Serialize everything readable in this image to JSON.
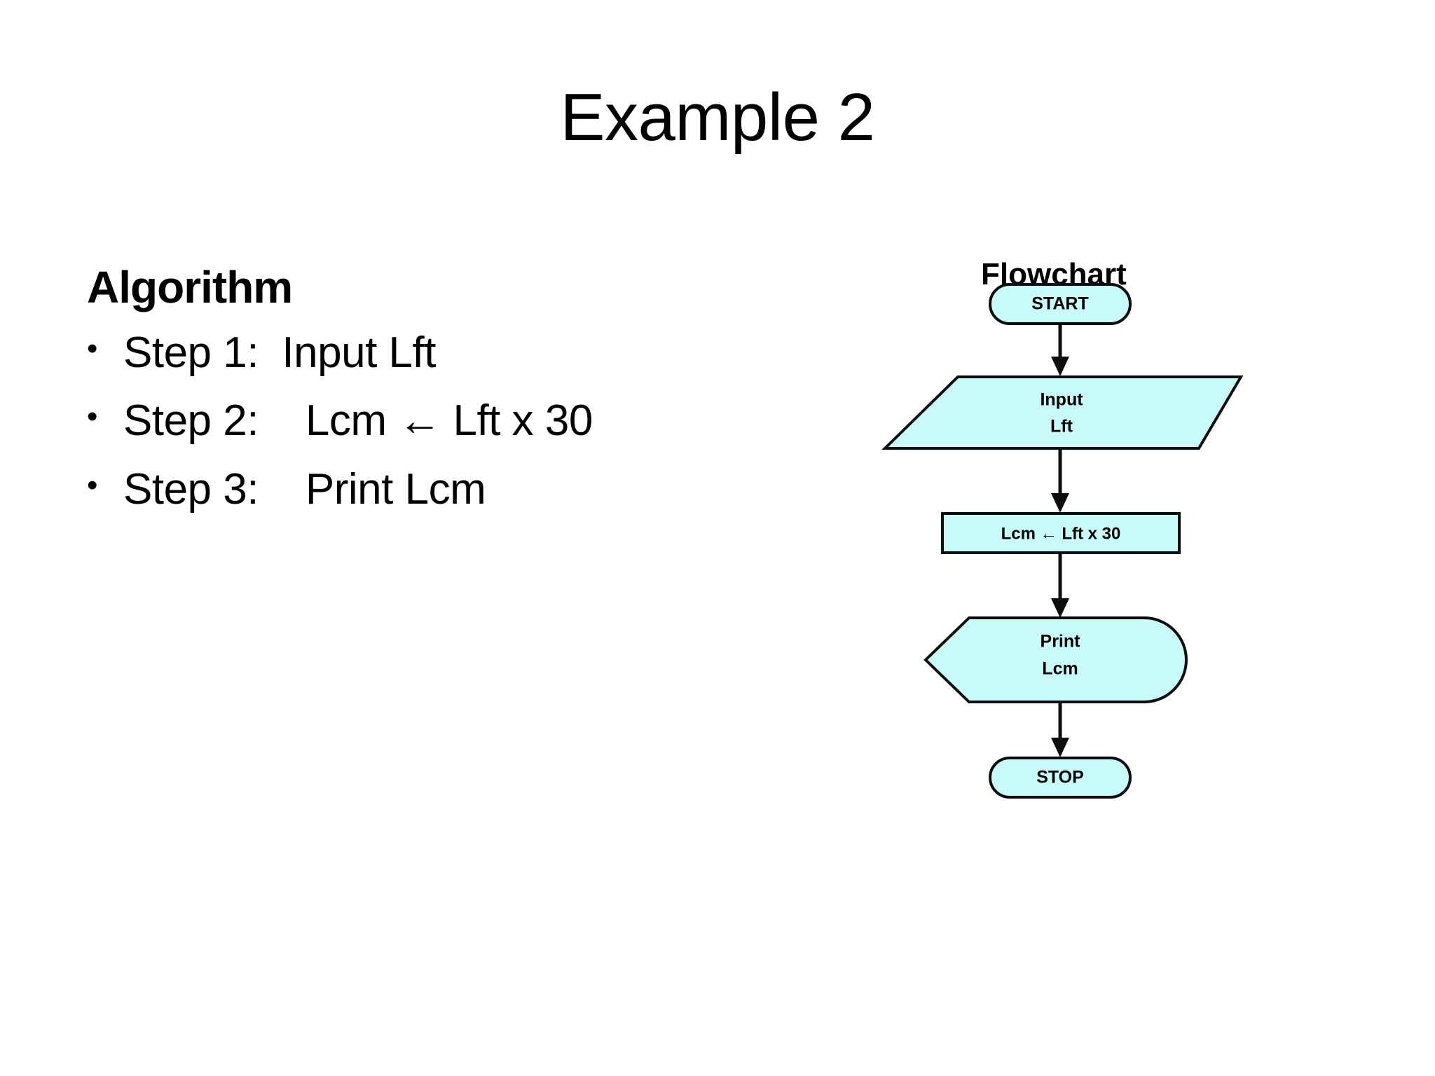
{
  "slide": {
    "title": "Example 2",
    "background_color": "#ffffff"
  },
  "algorithm": {
    "heading": "Algorithm",
    "bullet_glyph": "•",
    "steps": [
      "Step 1:  Input Lft",
      "Step 2:    Lcm ← Lft x 30",
      "Step 3:    Print Lcm"
    ]
  },
  "flowchart": {
    "heading": "Flowchart",
    "shape_fill_color": "#c9fafa",
    "shape_stroke_color": "#0d0d0d",
    "nodes": [
      {
        "id": "start",
        "shape": "terminator",
        "label": "START"
      },
      {
        "id": "input",
        "shape": "parallelogram",
        "label_line1": "Input",
        "label_line2": "Lft"
      },
      {
        "id": "process",
        "shape": "rectangle",
        "label": "Lcm ← Lft x 30"
      },
      {
        "id": "print",
        "shape": "display",
        "label_line1": "Print",
        "label_line2": "Lcm"
      },
      {
        "id": "stop",
        "shape": "terminator",
        "label": "STOP"
      }
    ],
    "edges": [
      {
        "from": "start",
        "to": "input"
      },
      {
        "from": "input",
        "to": "process"
      },
      {
        "from": "process",
        "to": "print"
      },
      {
        "from": "print",
        "to": "stop"
      }
    ]
  }
}
